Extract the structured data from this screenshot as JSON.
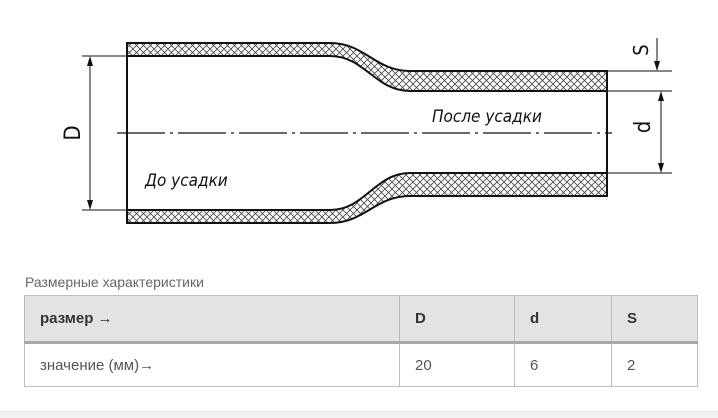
{
  "diagram": {
    "label_before": "До усадки",
    "label_after": "После усадки",
    "dim_D": "D",
    "dim_d": "d",
    "dim_S": "S"
  },
  "caption": "Размерные характеристики",
  "table": {
    "headers": [
      "размер  →",
      "D",
      "d",
      "S"
    ],
    "rows": [
      [
        "значение (мм)→",
        "20",
        "6",
        "2"
      ]
    ]
  }
}
